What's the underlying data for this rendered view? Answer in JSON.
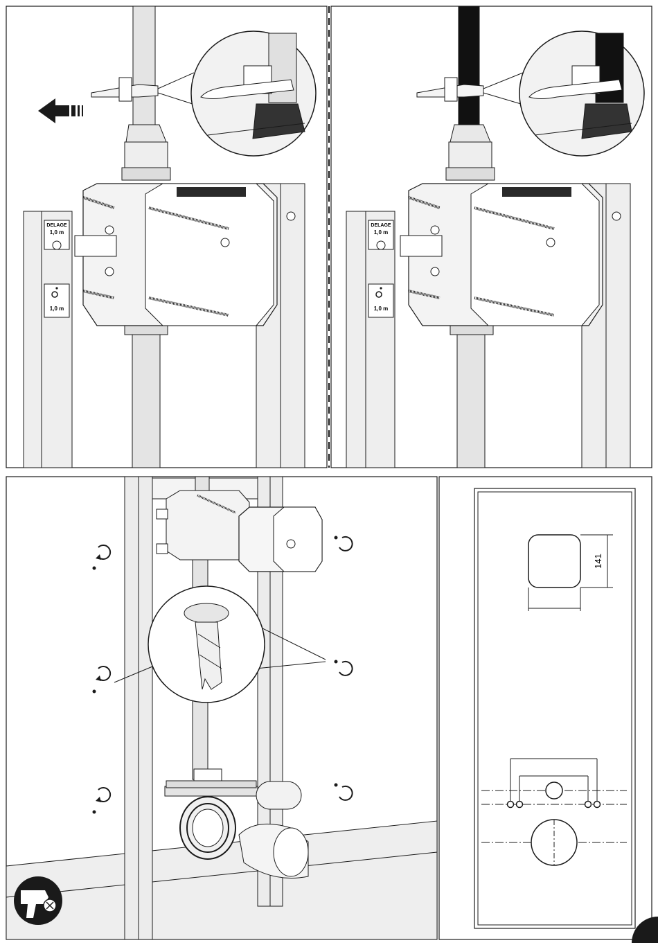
{
  "panels": {
    "top": {
      "left": {
        "marking_label": "DELAGE",
        "height_upper": "1,0 m",
        "height_lower": "1,0 m"
      },
      "right": {
        "marking_label": "DELAGE",
        "height_upper": "1,0 m",
        "height_lower": "1,0 m"
      }
    },
    "detail": {
      "dimension_vertical": "141"
    }
  },
  "icons": [
    "arrow-left-icon",
    "drill-prohibited-icon",
    "wheelchair-icon",
    "rotate-arrow-icon"
  ],
  "colors": {
    "line": "#1a1a1a",
    "frame_fill": "#ececec",
    "pipe_fill": "#e4e4e4",
    "hose_dark": "#111111"
  }
}
